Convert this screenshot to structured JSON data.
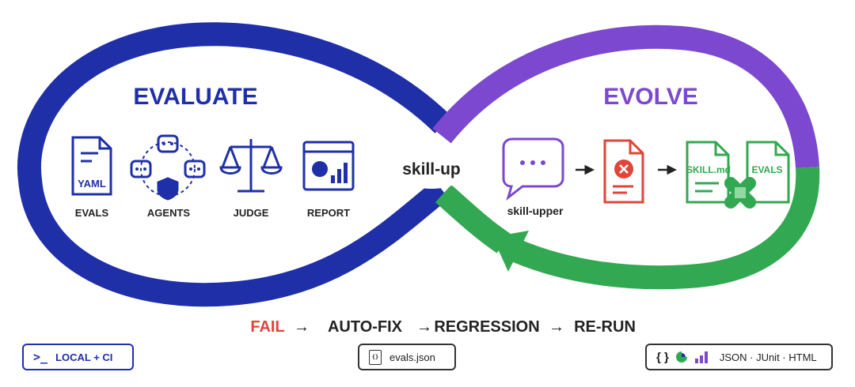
{
  "colors": {
    "evaluate": "#1f2fa8",
    "evolve": "#7b48cf",
    "success": "#33a852",
    "fail": "#e0453a",
    "text": "#222222"
  },
  "evaluate": {
    "title": "EVALUATE",
    "steps": [
      {
        "label": "EVALS",
        "icon": "yaml-file-icon",
        "icon_text": "YAML"
      },
      {
        "label": "AGENTS",
        "icon": "agents-network-icon"
      },
      {
        "label": "JUDGE",
        "icon": "judge-scales-icon"
      },
      {
        "label": "REPORT",
        "icon": "report-chart-icon"
      }
    ]
  },
  "center": {
    "label": "skill-up"
  },
  "evolve": {
    "title": "EVOLVE",
    "agent_label": "skill-upper",
    "files": [
      "SKILL.md",
      "EVALS"
    ]
  },
  "pipeline": {
    "steps": [
      "FAIL",
      "AUTO-FIX",
      "REGRESSION",
      "RE-RUN"
    ],
    "arrow": "→"
  },
  "footer": {
    "left": {
      "prompt": ">_",
      "text": "LOCAL + CI"
    },
    "center": {
      "icon_text": "{}",
      "text": "evals.json"
    },
    "right": {
      "braces": "{ }",
      "text": "JSON · JUnit · HTML"
    }
  }
}
